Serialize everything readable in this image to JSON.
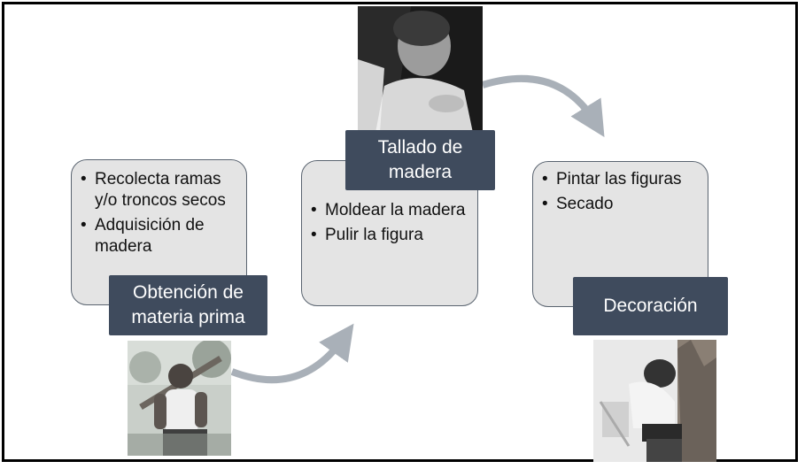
{
  "steps": [
    {
      "title": "Obtención de materia prima",
      "bullets": [
        "Recolecta ramas y/o troncos secos",
        "Adquisición de madera"
      ]
    },
    {
      "title": "Tallado de madera",
      "bullets": [
        "Moldear la madera",
        "Pulir la figura"
      ]
    },
    {
      "title": "Decoración",
      "bullets": [
        "Pintar las figuras",
        "Secado"
      ]
    }
  ],
  "colors": {
    "box_fill": "#e4e4e4",
    "box_border": "#5a6470",
    "label_fill": "#3f4b5d",
    "arrow": "#a9b0b8"
  }
}
